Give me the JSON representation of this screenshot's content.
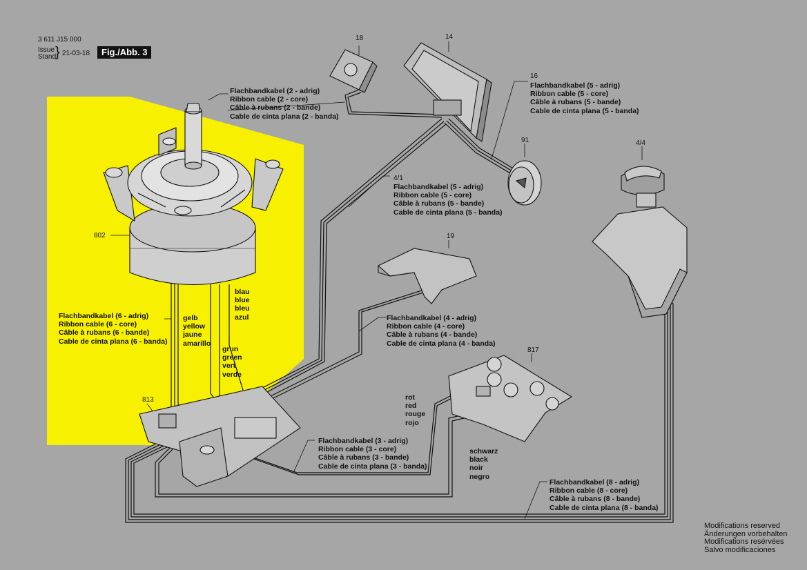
{
  "header": {
    "doc_number": "3 611 J15 000",
    "issue_label": "Issue",
    "stand_label": "Stand",
    "issue_date": "21-03-18",
    "fig_label": "Fig./Abb. 3"
  },
  "parts": {
    "p18": "18",
    "p14": "14",
    "p16": "16",
    "p91": "91",
    "p4_4": "4/4",
    "p4_1": "4/1",
    "p19": "19",
    "p802": "802",
    "p813": "813",
    "p817": "817"
  },
  "cables": {
    "c2": [
      "Flachbandkabel (2 - adrig)",
      "Ribbon cable (2 - core)",
      "Câble à rubans (2 - bande)",
      "Cable de cinta plana (2 - banda)"
    ],
    "c5a": [
      "Flachbandkabel (5 - adrig)",
      "Ribbon cable (5 - core)",
      "Câble à rubans (5 - bande)",
      "Cable de cinta plana (5 - banda)"
    ],
    "c5b": [
      "Flachbandkabel (5 - adrig)",
      "Ribbon cable (5 - core)",
      "Câble à rubans (5 - bande)",
      "Cable de cinta plana (5 - banda)"
    ],
    "c6": [
      "Flachbandkabel (6 - adrig)",
      "Ribbon cable (6 - core)",
      "Câble à rubans (6 - bande)",
      "Cable de cinta plana (6 - banda)"
    ],
    "c4": [
      "Flachbandkabel (4 - adrig)",
      "Ribbon cable (4 - core)",
      "Câble à rubans (4 - bande)",
      "Cable de cinta plana (4 - banda)"
    ],
    "c3": [
      "Flachbandkabel (3 - adrig)",
      "Ribbon cable (3 - core)",
      "Câble à rubans (3 - bande)",
      "Cable de cinta plana (3 - banda)"
    ],
    "c8": [
      "Flachbandkabel (8 - adrig)",
      "Ribbon cable (8 - core)",
      "Câble à rubans (8 - bande)",
      "Cable de cinta plana (8 - banda)"
    ]
  },
  "wires": {
    "yellow": [
      "gelb",
      "yellow",
      "jaune",
      "amarillo"
    ],
    "blue": [
      "blau",
      "blue",
      "bleu",
      "azul"
    ],
    "green": [
      "grun",
      "green",
      "vert",
      "verde"
    ],
    "red": [
      "rot",
      "red",
      "rouge",
      "rojo"
    ],
    "black": [
      "schwarz",
      "black",
      "noir",
      "negro"
    ]
  },
  "footer": [
    "Modifications reserved",
    "Änderungen vorbehalten",
    "Modifications resérvées",
    "Salvo modificaciones"
  ],
  "colors": {
    "background": "#a6a6a6",
    "highlight": "#f7f000",
    "line": "#111111",
    "part_fill": "#bdbdbd"
  }
}
